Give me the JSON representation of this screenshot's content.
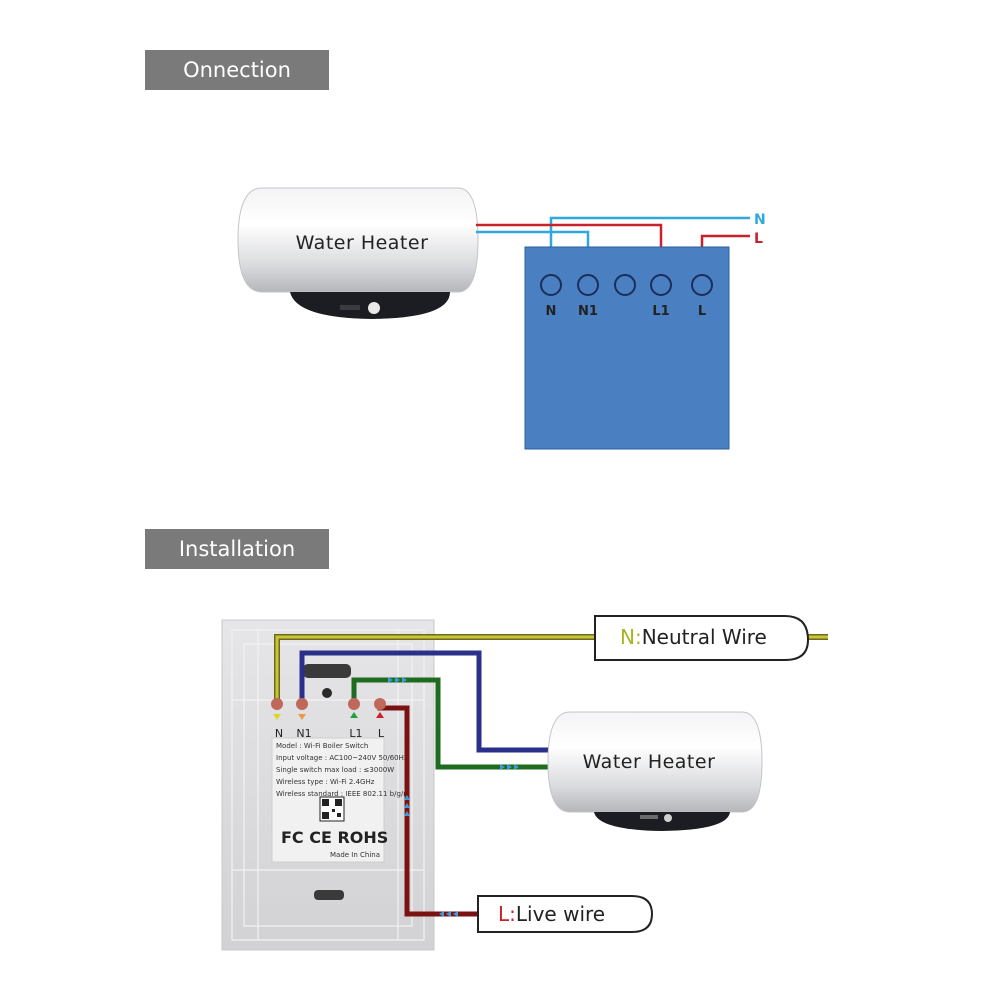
{
  "sections": {
    "connection_title": "Onnection",
    "installation_title": "Installation"
  },
  "connection_diagram": {
    "heater_label": "Water Heater",
    "terminals": [
      "N",
      "N1",
      "",
      "L1",
      "L"
    ],
    "wire_labels": {
      "neutral": "N",
      "live": "L"
    }
  },
  "installation_diagram": {
    "terminals": [
      "N",
      "N1",
      "L1",
      "L"
    ],
    "plate_lines": [
      "Model : Wi-Fi Boiler Switch",
      "Input voltage : AC100~240V  50/60HZ",
      "Single switch max load : ≤3000W",
      "Wireless type : Wi-Fi 2.4GHz",
      "Wireless standard : IEEE 802.11 b/g/n"
    ],
    "cert_marks": "FC CE ROHS",
    "made_in": "Made In China",
    "heater_label": "Water Heater",
    "neutral_tag": {
      "prefix": "N:",
      "text": "Neutral Wire"
    },
    "live_tag": {
      "prefix": "L:",
      "text": "Live wire"
    }
  },
  "colors": {
    "neutral_wire": "#2fa8dd",
    "live_wire": "#c8232c",
    "module": "#4a7fc1",
    "yellow_wire": "#b8b334",
    "blue_wire": "#2a2f8a",
    "green_wire": "#1f6b1f",
    "red_wire": "#7a1212"
  }
}
